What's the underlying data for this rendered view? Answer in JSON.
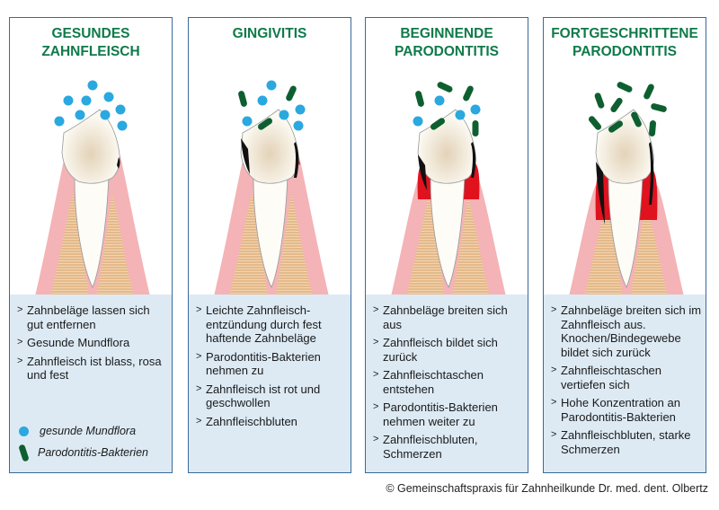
{
  "panels": [
    {
      "title": "GESUNDES\nZAHNFLEISCH",
      "stage": "healthy",
      "points": [
        "Zahnbeläge lassen sich gut entfernen",
        "Gesunde Mundflora",
        "Zahnfleisch ist blass, rosa und fest"
      ]
    },
    {
      "title": "GINGIVITIS",
      "stage": "gingivitis",
      "points": [
        "Leichte Zahnfleisch-entzündung durch fest haftende Zahnbeläge",
        "Parodontitis-Bakterien nehmen zu",
        "Zahnfleisch ist rot und geschwollen",
        "Zahnfleischbluten"
      ]
    },
    {
      "title": "BEGINNENDE\nPARODONTITIS",
      "stage": "early-periodontitis",
      "points": [
        "Zahnbeläge breiten sich aus",
        "Zahnfleisch bildet sich zurück",
        "Zahnfleischtaschen entstehen",
        "Parodontitis-Bakterien nehmen weiter zu",
        "Zahnfleischbluten, Schmerzen"
      ]
    },
    {
      "title": "FORTGESCHRITTENE\nPARODONTITIS",
      "stage": "advanced-periodontitis",
      "points": [
        "Zahnbeläge breiten sich im Zahnfleisch aus. Knochen/Bindegewebe bildet sich zurück",
        "Zahnfleischtaschen vertiefen sich",
        "Hohe Konzentration an Parodontitis-Bakterien",
        "Zahnfleischbluten, starke Schmerzen"
      ]
    }
  ],
  "bullet_marker": ">",
  "legend": {
    "healthy_flora": "gesunde Mundflora",
    "bacteria": "Parodontitis-Bakterien"
  },
  "copyright": "© Gemeinschaftspraxis für Zahnheilkunde Dr. med. dent. Olbertz",
  "colors": {
    "title_green": "#0f7a4a",
    "border_blue": "#3a6a9a",
    "lower_bg": "#ddeaf4",
    "flora_blue": "#2aa8e0",
    "bacteria_green": "#0e5f30",
    "gum_pink": "#f4b3b6",
    "bone_tan": "#e5b98a",
    "inflamed_red": "#e0121e"
  }
}
